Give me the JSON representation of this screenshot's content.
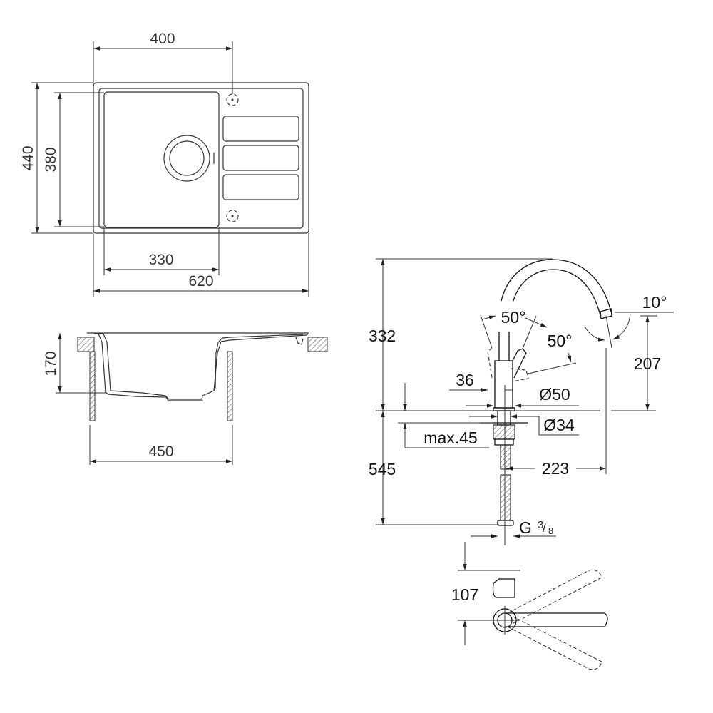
{
  "sink_top_view": {
    "width_dim": "400",
    "total_depth_dim": "440",
    "bowl_depth_dim": "380",
    "bowl_width_dim": "330",
    "total_width_dim": "620"
  },
  "sink_section_view": {
    "depth_dim": "170",
    "cabinet_width_dim": "450"
  },
  "faucet_side_view": {
    "height_above_dim": "332",
    "height_below_dim": "545",
    "lever_angle_1": "50°",
    "lever_angle_2": "50°",
    "spout_angle": "10°",
    "spout_height_dim": "207",
    "lever_offset_dim": "36",
    "base_diameter": "Ø50",
    "hole_diameter": "Ø34",
    "max_counter_thickness": "max.45",
    "spout_reach_dim": "223",
    "connection_thread": "G",
    "connection_size_num": "3",
    "connection_size_den": "8"
  },
  "faucet_top_view": {
    "lever_height_dim": "107"
  }
}
